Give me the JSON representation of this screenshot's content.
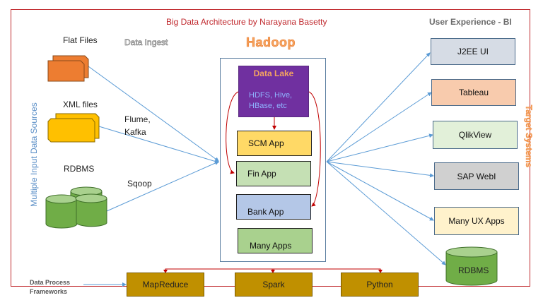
{
  "title": "Big Data Architecture by Narayana Basetty",
  "ux_title": "User Experience - BI",
  "hadoop_label": "Hadoop",
  "data_ingest_label": "Data Ingest",
  "left_vertical_label": "Multiple Input Data Sources",
  "right_vertical_label": "Target Systems",
  "sources": [
    {
      "label": "Flat Files",
      "icon": "file-stack-icon",
      "color": "#ed7d31"
    },
    {
      "label": "XML files",
      "icon": "file-stack-icon",
      "color": "#ffc000"
    },
    {
      "label": "RDBMS",
      "icon": "database-icon",
      "color": "#70ad47"
    }
  ],
  "ingest_tools": [
    {
      "label": "Flume,\nKafka"
    },
    {
      "label": "Sqoop"
    }
  ],
  "data_lake": {
    "title": "Data Lake",
    "subtitle_line1": "HDFS, Hive,",
    "subtitle_line2": "HBase, etc",
    "color": "#7030a0"
  },
  "apps": [
    {
      "label": "SCM App",
      "color": "#ffd966"
    },
    {
      "label": "Fin App",
      "color": "#c5e0b4"
    },
    {
      "label": "Bank App",
      "color": "#b4c7e7"
    },
    {
      "label": "Many Apps",
      "color": "#a9d18e"
    }
  ],
  "targets": [
    {
      "label": "J2EE UI",
      "color": "#d6dce5"
    },
    {
      "label": "Tableau",
      "color": "#f8cbad"
    },
    {
      "label": "QlikView",
      "color": "#e2f0d9"
    },
    {
      "label": "SAP WebI",
      "color": "#d0d0d0"
    },
    {
      "label": "Many UX Apps",
      "color": "#fff2cc"
    },
    {
      "label": "RDBMS",
      "color": "#70ad47"
    }
  ],
  "frameworks_label_line1": "Data Process",
  "frameworks_label_line2": "Frameworks",
  "frameworks": [
    {
      "label": "MapReduce"
    },
    {
      "label": "Spark"
    },
    {
      "label": "Python"
    }
  ],
  "colors": {
    "border": "#c0282d",
    "arrow_blue": "#5b9bd5",
    "arrow_red": "#c00000",
    "framework": "#c09000"
  }
}
